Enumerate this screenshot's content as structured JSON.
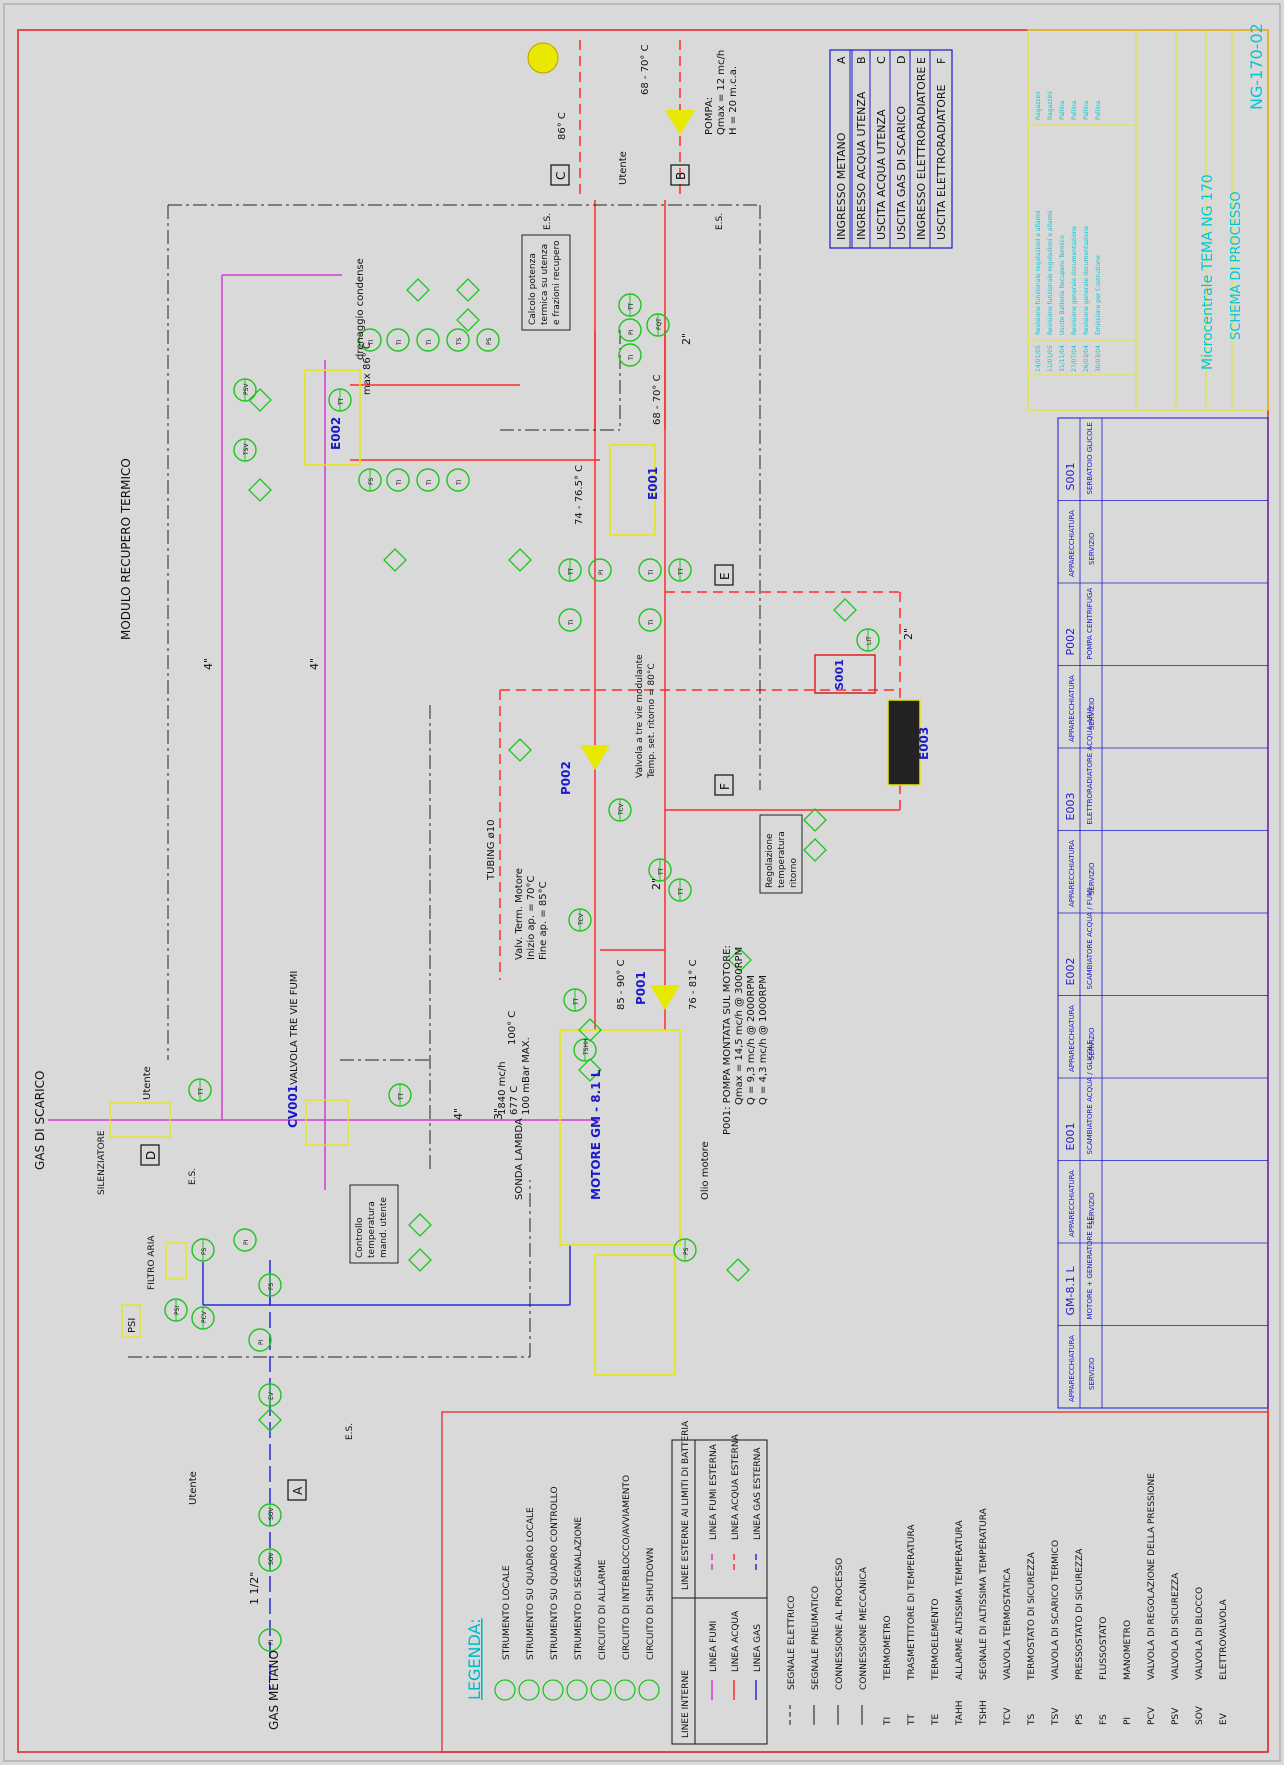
{
  "title_block": {
    "title": "Microcentrale TEMA NG 170",
    "subtitle": "SCHEMA DI PROCESSO",
    "drawing_number": "NG-170-02",
    "revisions": [
      "Revisione funzionale regolazioni e allarmi",
      "Revisione funzionale regolazioni e allarmi",
      "Uscite Batteria Recupero Termico",
      "Revisione generale documentazione",
      "Revisione generale documentazione",
      "Emissione per Costruzione"
    ],
    "revision_dates": [
      "14/01/05",
      "11/01/05",
      "31/11/04",
      "27/07/04",
      "26/03/04",
      "30/03/04"
    ],
    "revision_authors": [
      "Ragazzini",
      "Ragazzini",
      "Pallina",
      "Pallina",
      "Pallina",
      "Pallina"
    ]
  },
  "module_label": "MODULO RECUPERO TERMICO",
  "connections_table": [
    {
      "code": "A",
      "label": "INGRESSO METANO"
    },
    {
      "code": "B",
      "label": "INGRESSO ACQUA UTENZA"
    },
    {
      "code": "C",
      "label": "USCITA ACQUA UTENZA"
    },
    {
      "code": "D",
      "label": "USCITA GAS DI SCARICO"
    },
    {
      "code": "E",
      "label": "INGRESSO ELETTRORADIATORE"
    },
    {
      "code": "F",
      "label": "USCITA ELETTRORADIATORE"
    }
  ],
  "pump_b_note": [
    "POMPA:",
    "Qmax = 12 mc/h",
    "H = 20 m.c.a."
  ],
  "pump_p001_note": [
    "P001: POMPA MONTATA SUL MOTORE:",
    "Qmax = 14,5 mc/h @ 3000RPM",
    "Q = 9,3 mc/h @ 2000RPM",
    "Q = 4,3 mc/h @ 1000RPM"
  ],
  "labels": {
    "gas_scarico": "GAS DI SCARICO",
    "silenziatore": "SILENZIATORE",
    "filtro_aria": "FILTRO ARIA",
    "cv001": "CV001",
    "cv001_desc": "VALVOLA TRE VIE FUMI",
    "utente": "Utente",
    "es": "E.S.",
    "gas_metano": "GAS METANO",
    "gas_size": "1 1/2\"",
    "motor": "MOTORE GM - 8.1 L",
    "olio_motore": "Olio motore",
    "sonda_lambda": "SONDA LAMBDA",
    "exhaust_data": [
      "1840 mc/h",
      "677 C",
      "100 mBar MAX."
    ],
    "temp_100": "100° C",
    "temp_85_90": "85 - 90° C",
    "temp_76_81": "76 - 81° C",
    "temp_74_76": "74 - 76.5° C",
    "temp_68_70": "68 - 70° C",
    "temp_86": "86° C",
    "temp_max86": "max 86° C",
    "drenaggio": "drenaggio condense",
    "tubing": "TUBING ø10",
    "e001": "E001",
    "e002": "E002",
    "e003": "E003",
    "p001": "P001",
    "p002": "P002",
    "s001": "S001",
    "calcolo_box": [
      "Calcolo potenza",
      "termica su utenza",
      "e frazioni recupero"
    ],
    "regolazione_box": [
      "Regolazione",
      "temperatura",
      "ritorno"
    ],
    "controllo_box": [
      "Controllo",
      "temperatura",
      "mand. utente"
    ],
    "valv_term": [
      "Valv. Term. Motore",
      "Inizio ap. = 70°C",
      "Fine ap. = 85°C"
    ],
    "valv_tre_vie": [
      "Valvola a tre vie modulante",
      "Temp. set. ritorno = 80°C"
    ],
    "size_4": "4\"",
    "size_3": "3\"",
    "size_2": "2\"",
    "psi": "PSI"
  },
  "legend": {
    "title": "LEGENDA:",
    "instruments": [
      "STRUMENTO LOCALE",
      "STRUMENTO SU QUADRO LOCALE",
      "STRUMENTO SU QUADRO CONTROLLO",
      "STRUMENTO DI SEGNALAZIONE",
      "CIRCUITO DI ALLARME",
      "CIRCUITO DI INTERBLOCCO/AVVIAMENTO",
      "CIRCUITO DI SHUTDOWN"
    ],
    "lines_header": [
      "LINEE INTERNE",
      "LINEE ESTERNE AI LIMITI DI BATTERIA"
    ],
    "lines": [
      [
        "LINEA FUMI",
        "LINEA FUMI ESTERNA"
      ],
      [
        "LINEA ACQUA",
        "LINEA ACQUA ESTERNA"
      ],
      [
        "LINEA GAS",
        "LINEA GAS ESTERNA"
      ]
    ],
    "signals": [
      "SEGNALE ELETTRICO",
      "SEGNALE PNEUMATICO",
      "CONNESSIONE AL PROCESSO",
      "CONNESSIONE MECCANICA"
    ],
    "abbrev": [
      [
        "TI",
        "TERMOMETRO"
      ],
      [
        "TT",
        "TRASMETTITORE DI TEMPERATURA"
      ],
      [
        "TE",
        "TERMOELEMENTO"
      ],
      [
        "TAHH",
        "ALLARME ALTISSIMA TEMPERATURA"
      ],
      [
        "TSHH",
        "SEGNALE DI ALTISSIMA TEMPERATURA"
      ],
      [
        "TCV",
        "VALVOLA TERMOSTATICA"
      ],
      [
        "TS",
        "TERMOSTATO DI SICUREZZA"
      ],
      [
        "TSV",
        "VALVOLA DI SCARICO TERMICO"
      ],
      [
        "PS",
        "PRESSOSTATO DI SICUREZZA"
      ],
      [
        "FS",
        "FLUSSOSTATO"
      ],
      [
        "PI",
        "MANOMETRO"
      ],
      [
        "PCV",
        "VALVOLA DI REGOLAZIONE DELLA PRESSIONE"
      ],
      [
        "PSV",
        "VALVOLA DI SICUREZZA"
      ],
      [
        "SOV",
        "VALVOLA DI BLOCCO"
      ],
      [
        "EV",
        "ELETTROVALVOLA"
      ]
    ]
  },
  "equipment_headers": [
    {
      "tag": "GM-8.1 L",
      "desc": "MOTORE + GENERATORE ELE."
    },
    {
      "tag": "E001",
      "desc": "SCAMBIATORE ACQUA / GLICOLE"
    },
    {
      "tag": "E002",
      "desc": "SCAMBIATORE ACQUA / FUMI"
    },
    {
      "tag": "E003",
      "desc": "ELETTRORADIATORE ACQUA-ARIA"
    },
    {
      "tag": "P002",
      "desc": "POMPA CENTRIFUGA"
    },
    {
      "tag": "S001",
      "desc": "SERBATOIO GLICOLE"
    }
  ],
  "equipment_apparecchiatura": "APPARECCHIATURA",
  "equipment_servizio": "SERVIZIO",
  "colors": {
    "background": "#d9d9d9",
    "frame": "#e02020",
    "water": "#ff2a2a",
    "fumes": "#d23ad2",
    "gas": "#2a2ad8",
    "instrument": "#1dc61d",
    "equipment": "#e8e800",
    "label_blue": "#1a1acc",
    "cyan": "#00c8d8"
  }
}
